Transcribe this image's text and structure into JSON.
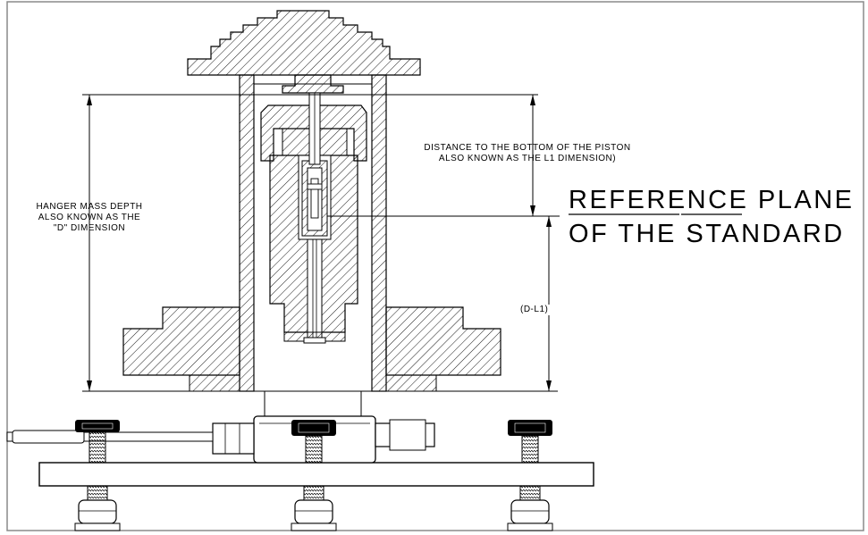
{
  "diagram": {
    "annotations": {
      "distance_line1": "DISTANCE TO THE BOTTOM OF THE PISTON",
      "distance_line2": "ALSO KNOWN AS THE L1 DIMENSION)",
      "hanger_line1": "HANGER MASS DEPTH",
      "hanger_line2": "ALSO KNOWN AS THE",
      "hanger_line3": "\"D\" DIMENSION",
      "difference_label": "(D-L1)",
      "reference_line1": "REFERENCE PLANE",
      "reference_line2": "OF THE STANDARD"
    },
    "colors": {
      "line": "#000000",
      "background": "#ffffff",
      "frame": "#8a8a8a"
    }
  }
}
